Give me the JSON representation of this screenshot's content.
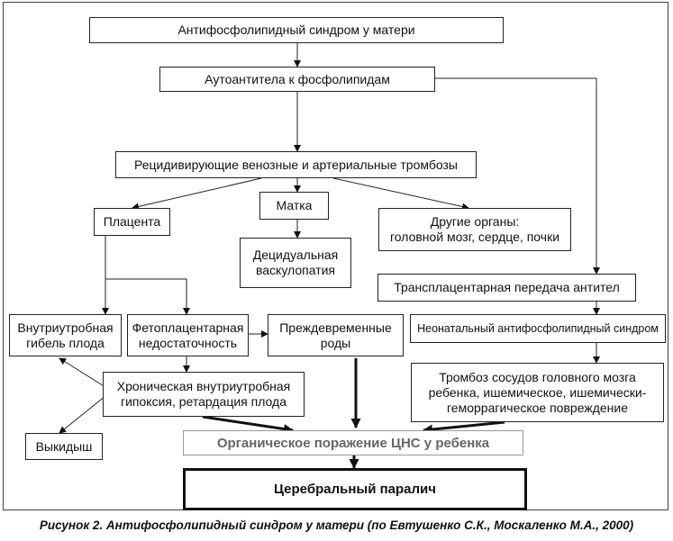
{
  "boxes": {
    "maternal_aps": "Антифосфолипидный синдром у матери",
    "antibodies": "Аутоантитела к фосфолипидам",
    "thromboses": "Рецидивирующие венозные и артериальные тромбозы",
    "placenta": "Плацента",
    "uterus": "Матка",
    "other_organs": "Другие органы:\nголовной мозг, сердце, почки",
    "decidual": "Децидуальная\nваскулопатия",
    "transplacental": "Трансплацентарная передача антител",
    "fetal_death": "Внутриутробная\nгибель плода",
    "fetoplacental": "Фетоплацентарная\nнедостаточность",
    "preterm": "Преждевременные\nроды",
    "neonatal_aps": "Неонатальный антифосфолипидный синдром",
    "brain_thrombosis": "Тромбоз сосудов головного мозга\nребенка, ишемическое, ишемически-\nгеморрагическое повреждение",
    "hypoxia": "Хроническая внутриутробная\nгипоксия, ретардация плода",
    "miscarriage": "Выкидыш",
    "cns_damage": "Органическое поражение ЦНС у ребенка",
    "cerebral_palsy": "Церебральный паралич"
  },
  "caption": "Рисунок 2. Антифосфолипидный синдром у матери (по Евтушенко С.К., Москаленко М.А., 2000)"
}
